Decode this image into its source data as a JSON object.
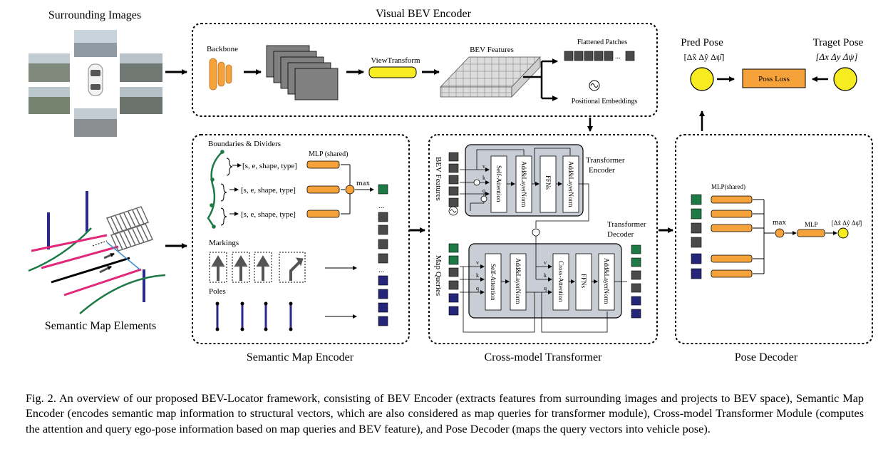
{
  "top_labels": {
    "surrounding_images": "Surrounding Images",
    "visual_bev_encoder": "Visual BEV Encoder",
    "semantic_map_elements": "Semantic Map Elements"
  },
  "bev_encoder": {
    "backbone": "Backbone",
    "view_transform": "ViewTransform",
    "bev_features": "BEV  Features",
    "flattened_patches": "Flattened Patches",
    "positional_embeddings": "Positional Embeddings",
    "ellipsis": "..."
  },
  "semantic_map_encoder": {
    "title": "Semantic Map Encoder",
    "boundaries": "Boundaries & Dividers",
    "mlp_shared": "MLP (shared)",
    "vector_label": "[s, e, shape, type]",
    "max": "max",
    "markings": "Markings",
    "poles": "Poles",
    "dots": "...",
    "dots2": "..."
  },
  "cross_transformer": {
    "title": "Cross-model Transformer",
    "bev_features_label": "BEV Features",
    "map_queries_label": "Map Queries",
    "encoder_label_1": "Transformer",
    "encoder_label_2": "Encoder",
    "decoder_label_1": "Transformer",
    "decoder_label_2": "Decoder",
    "self_attention": "Self-Attention",
    "add_norm": "Add&LayerNorm",
    "ffn": "FFNs",
    "cross_attention": "Cross-Attention",
    "v": "v",
    "k": "k",
    "q": "q"
  },
  "pose": {
    "pred_pose": "Pred Pose",
    "target_pose": "Traget Pose",
    "pred_vec": "[Δx̂  Δŷ  Δψ̂]",
    "target_vec": "[Δx  Δy  Δψ]",
    "pose_loss": "Poss Loss",
    "decoder_title": "Pose Decoder",
    "mlp_shared": "MLP(shared)",
    "max": "max",
    "mlp": "MLP",
    "out_vec": "[Δx̂  Δŷ  Δψ̂]"
  },
  "caption": "Fig. 2.  An overview of our proposed BEV-Locator framework, consisting of BEV Encoder (extracts features from surrounding images and projects to BEV space), Semantic Map Encoder (encodes semantic map information to structural vectors, which are also considered as map queries for transformer module), Cross-model Transformer Module (computes the attention and query ego-pose information based on map queries and BEV feature), and Pose Decoder (maps the query vectors into vehicle pose).",
  "colors": {
    "orange": "#f5a23b",
    "yellow": "#f7ec1f",
    "green": "#1d7a45",
    "gray": "#4a4a4a",
    "navy": "#25257a",
    "block_bg": "#c9ced6",
    "magenta": "#e0297a",
    "blue_line": "#2a2a8a"
  }
}
